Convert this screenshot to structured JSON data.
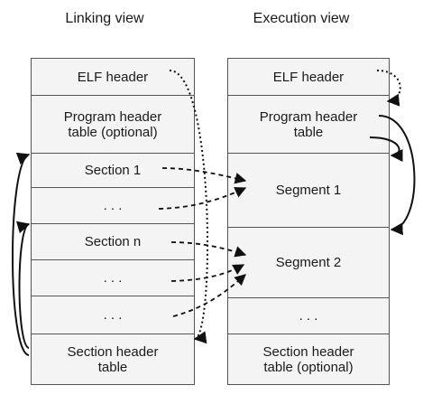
{
  "linking_view": {
    "title": "Linking view",
    "rows": [
      "ELF header",
      "Program header\ntable (optional)",
      "Section 1",
      ". . .",
      "Section n",
      ". . .",
      ". . .",
      "Section header\ntable"
    ]
  },
  "execution_view": {
    "title": "Execution view",
    "rows": [
      "ELF header",
      "Program header\ntable",
      "Segment 1",
      "Segment 2",
      ". . .",
      "Section header\ntable (optional)"
    ]
  }
}
